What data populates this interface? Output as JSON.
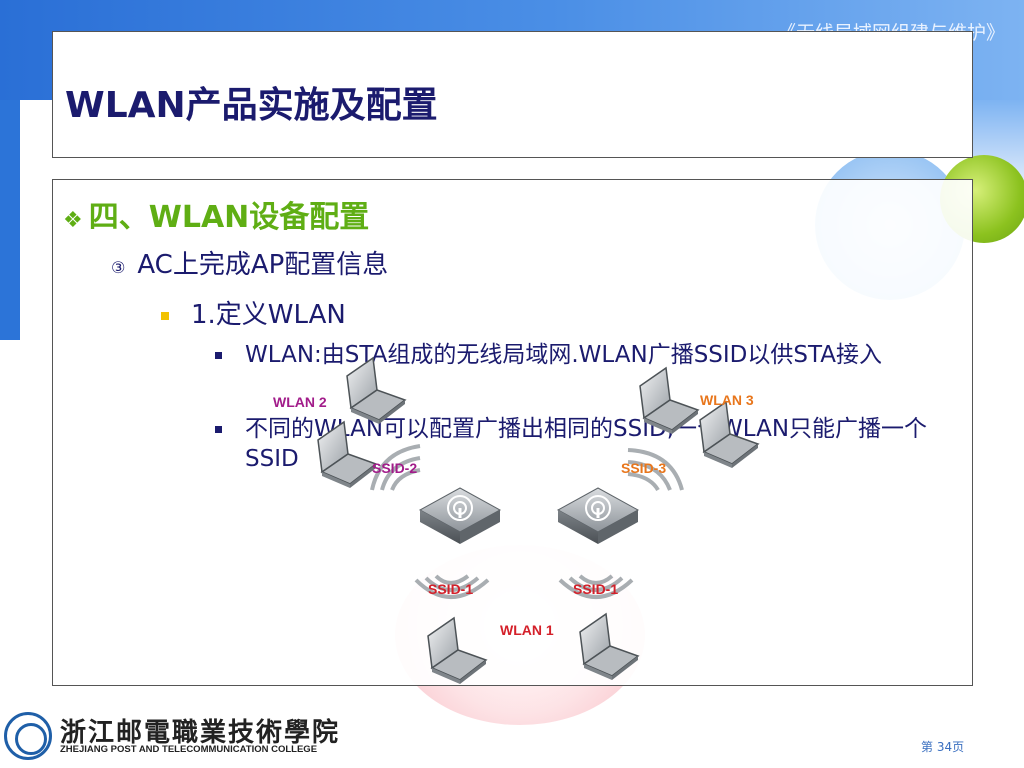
{
  "header": {
    "course_title": "《无线局域网组建与维护》",
    "slide_title": "WLAN产品实施及配置"
  },
  "content": {
    "section": "四、WLAN设备配置",
    "subsection_marker": "③",
    "subsection": "AC上完成AP配置信息",
    "item": "1.定义WLAN",
    "bullets": [
      "WLAN:由STA组成的无线局域网.WLAN广播SSID以供STA接入",
      "不同的WLAN可以配置广播出相同的SSID,一个WLAN只能广播一个SSID"
    ]
  },
  "diagram": {
    "labels": {
      "wlan1": "WLAN 1",
      "wlan2": "WLAN 2",
      "wlan3": "WLAN 3",
      "ssid1_left": "SSID-1",
      "ssid1_right": "SSID-1",
      "ssid2": "SSID-2",
      "ssid3": "SSID-3"
    },
    "colors": {
      "wlan1": "#d4202a",
      "wlan2": "#a21c8a",
      "wlan3": "#e8761c",
      "ssid1": "#d4202a",
      "ssid2": "#a21c8a",
      "ssid3": "#e8761c"
    }
  },
  "footer": {
    "college_cn": "浙江邮電職業技術學院",
    "college_en": "ZHEJIANG POST AND TELECOMMUNICATION COLLEGE",
    "page": "第 34页"
  }
}
